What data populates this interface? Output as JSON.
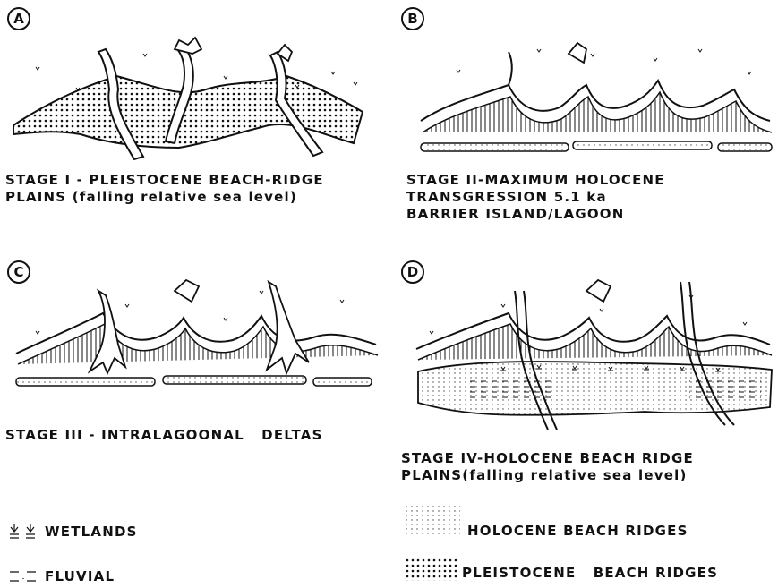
{
  "panels": [
    {
      "badge": "A",
      "caption_1": "STAGE I - PLEISTOCENE BEACH-RIDGE",
      "caption_2": "PLAINS (falling relative sea level)",
      "caption_3": ""
    },
    {
      "badge": "B",
      "caption_1": "STAGE II-MAXIMUM HOLOCENE",
      "caption_2": "TRANSGRESSION 5.1 ka",
      "caption_3": "BARRIER ISLAND/LAGOON"
    },
    {
      "badge": "C",
      "caption_1": "STAGE III - INTRALAGOONAL   DELTAS",
      "caption_2": "",
      "caption_3": ""
    },
    {
      "badge": "D",
      "caption_1": "STAGE IV-HOLOCENE BEACH RIDGE",
      "caption_2": "PLAINS(falling relative sea level)",
      "caption_3": ""
    }
  ],
  "legend": {
    "wetlands": "WETLANDS",
    "fluvial": "FLUVIAL",
    "holocene": "HOLOCENE BEACH RIDGES",
    "pleistocene": "PLEISTOCENE   BEACH RIDGES"
  },
  "colors": {
    "ink": "#111111",
    "paper": "#ffffff"
  }
}
